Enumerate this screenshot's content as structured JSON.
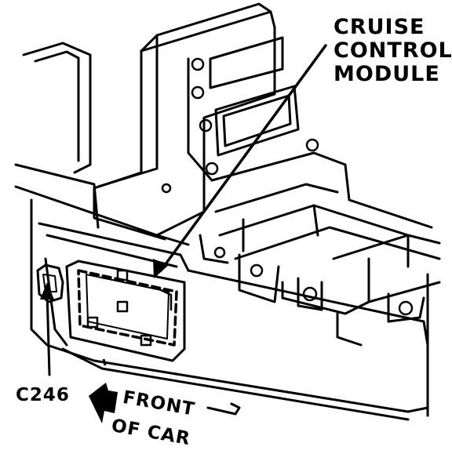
{
  "diagram": {
    "callouts": {
      "module_line1": "CRUISE",
      "module_line2": "CONTROL",
      "module_line3": "MODULE",
      "connector": "C246",
      "direction_line1": "FRONT",
      "direction_line2": "OF CAR"
    },
    "colors": {
      "ink": "#000000",
      "paper": "#ffffff"
    },
    "icons": {
      "direction_arrow": "front-arrow-icon"
    }
  }
}
